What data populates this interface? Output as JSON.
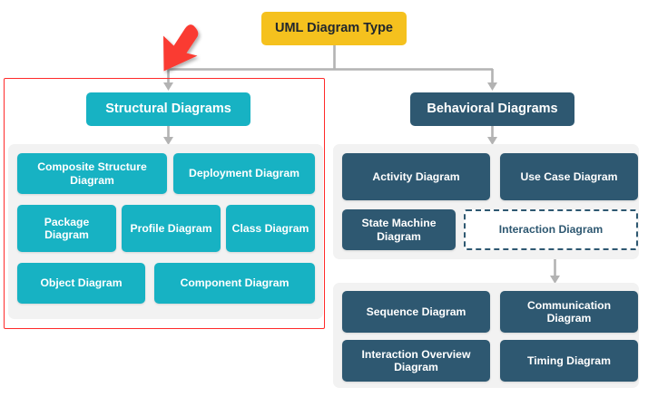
{
  "diagram": {
    "title": "UML Diagram Type",
    "colors": {
      "root": "#F5C11E",
      "structural": "#17B2C3",
      "behavioral": "#2E5871",
      "panel": "#F2F2F2",
      "connector": "#B3B3B3",
      "highlight_box": "#FF2A2A",
      "highlight_arrow": "#FA3B32",
      "background": "#FFFFFF"
    },
    "root": {
      "label": "UML Diagram Type"
    },
    "branches": [
      {
        "key": "structural",
        "label": "Structural Diagrams",
        "highlighted": true,
        "rows": [
          [
            "Composite Structure Diagram",
            "Deployment Diagram"
          ],
          [
            "Package Diagram",
            "Profile Diagram",
            "Class Diagram"
          ],
          [
            "Object Diagram",
            "Component Diagram"
          ]
        ]
      },
      {
        "key": "behavioral",
        "label": "Behavioral Diagrams",
        "highlighted": false,
        "rows": [
          [
            "Activity Diagram",
            "Use Case Diagram"
          ],
          [
            "State Machine Diagram",
            "Interaction Diagram"
          ]
        ]
      }
    ],
    "interaction": {
      "parent_label": "Interaction Diagram",
      "parent_style": "dashed",
      "rows": [
        [
          "Sequence Diagram",
          "Communication Diagram"
        ],
        [
          "Interaction Overview Diagram",
          "Timing Diagram"
        ]
      ]
    },
    "annotation": {
      "type": "red-cursor-arrow",
      "points_to": "Structural Diagrams",
      "selection_label": "Structural Diagrams group"
    },
    "nodes": {
      "composite_structure": "Composite Structure Diagram",
      "deployment": "Deployment Diagram",
      "package": "Package Diagram",
      "profile": "Profile Diagram",
      "class": "Class Diagram",
      "object": "Object Diagram",
      "component": "Component Diagram",
      "activity": "Activity Diagram",
      "use_case": "Use Case Diagram",
      "state_machine": "State Machine Diagram",
      "interaction": "Interaction Diagram",
      "sequence": "Sequence Diagram",
      "communication": "Communication Diagram",
      "interaction_overview": "Interaction Overview Diagram",
      "timing": "Timing Diagram"
    }
  }
}
